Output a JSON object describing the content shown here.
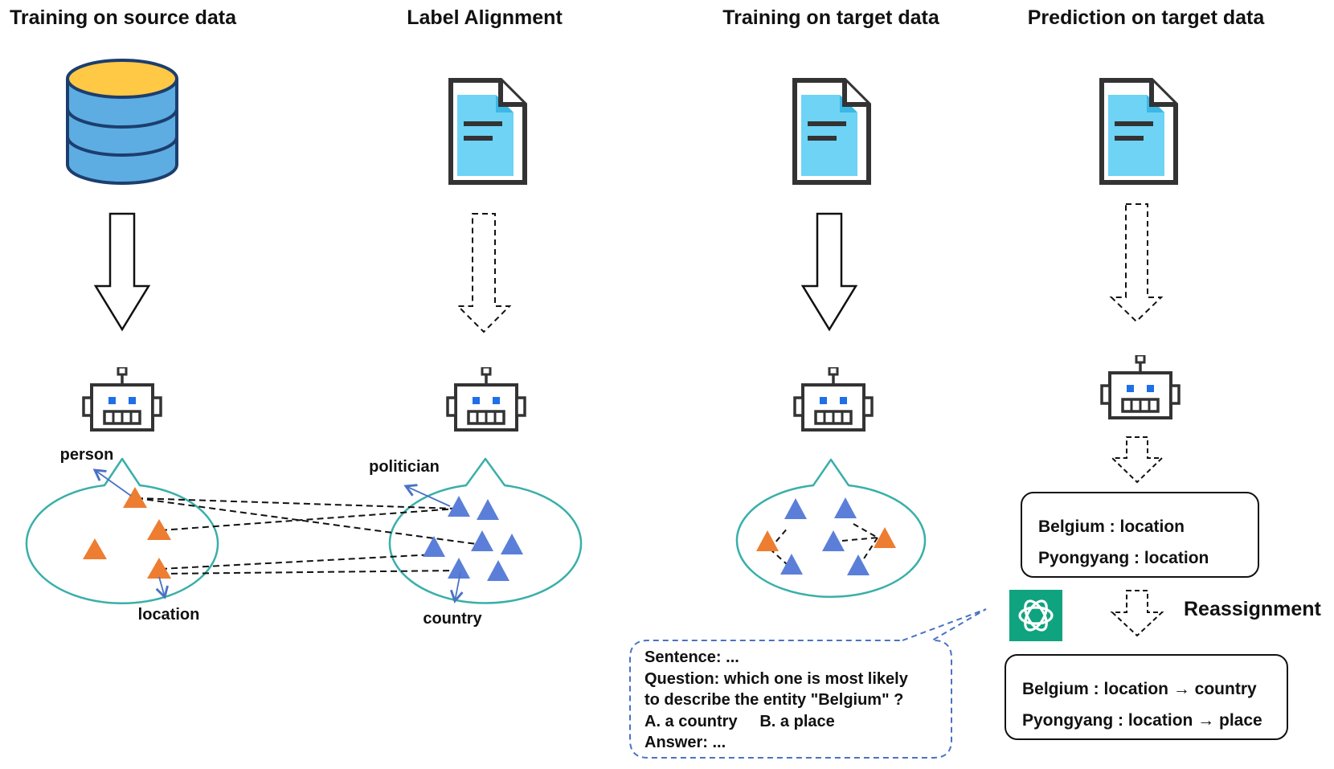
{
  "titles": {
    "col1": "Training on source data",
    "col2": "Label Alignment",
    "col3": "Training on target data",
    "col4": "Prediction on target data"
  },
  "labels": {
    "person": "person",
    "location": "location",
    "politician": "politician",
    "country": "country",
    "reassignment": "Reassignment"
  },
  "prediction_box": {
    "line1": "Belgium : location",
    "line2": "Pyongyang : location"
  },
  "reassigned_box": {
    "line1": "Belgium : location → country",
    "line2": "Pyongyang : location → place"
  },
  "prompt": {
    "sentence": "Sentence: ...",
    "question1": "Question: which one is most likely",
    "question2": "to describe the entity \"Belgium\" ?",
    "options": "A. a country     B. a place",
    "answer": "Answer: ..."
  },
  "icons": [
    "database-icon",
    "document-icon",
    "robot-icon",
    "chatgpt-logo-icon"
  ],
  "colors": {
    "orange_triangle": "#ED7D31",
    "blue_triangle": "#5B7FD9",
    "ellipse_stroke": "#3AAFA9",
    "db_top": "#FFC845",
    "db_body": "#5DADE2",
    "doc_fill": "#6ED3F5",
    "robot_eyes": "#1E6FE8",
    "gpt_green": "#10A37F",
    "bubble_dash": "#4A72C4",
    "arrow_blue": "#4A72C4"
  }
}
